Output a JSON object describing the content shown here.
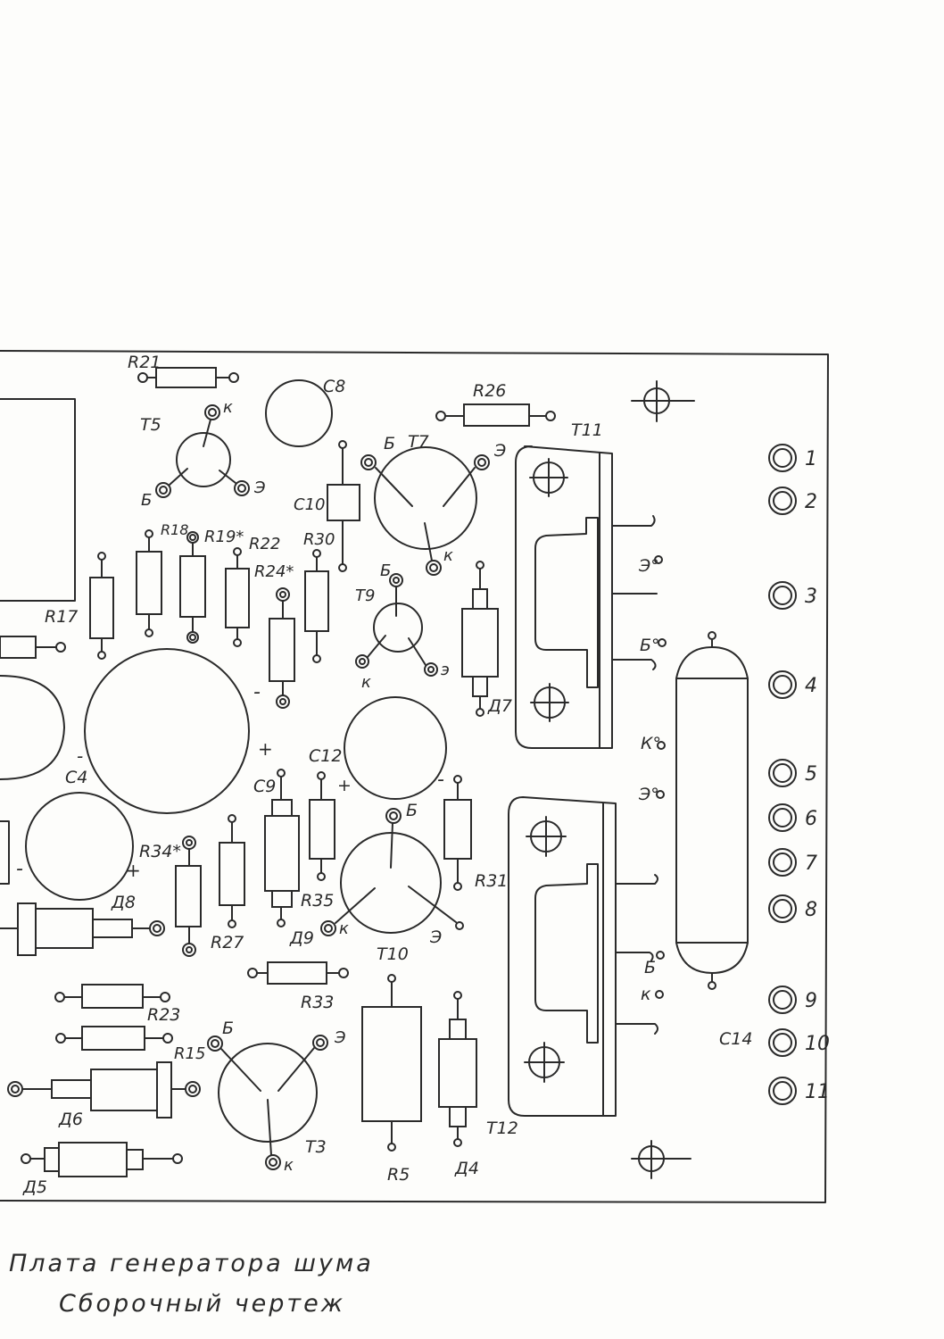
{
  "caption": {
    "line1": "Плата генератора шума",
    "line2": "Сборочный чертеж"
  },
  "pin_labels": [
    "1",
    "2",
    "3",
    "4",
    "5",
    "6",
    "7",
    "8",
    "9",
    "10",
    "11"
  ],
  "labels": {
    "R21": "R21",
    "T5": "T5",
    "K_T5": "к",
    "B_T5": "Б",
    "E_T5": "Э",
    "C8": "C8",
    "R26": "R26",
    "T11": "T11",
    "B_T7": "Б",
    "T7": "T7",
    "E_T7": "Э",
    "K_T7": "к",
    "C10": "C10",
    "R18": "R18",
    "R19": "R19*",
    "R22": "R22",
    "R24": "R24*",
    "R30": "R30",
    "R17": "R17",
    "B_T9": "Б",
    "T9": "T9",
    "K_T9": "к",
    "E_T9": "э",
    "D7": "Д7",
    "E_T11": "Э°",
    "B_T11": "Б°",
    "K_T11": "К°",
    "E2_T11": "Э°",
    "C4": "C4",
    "minus_C4": "-",
    "plus_C4": "+",
    "C12": "C12",
    "plus_C12": "+",
    "minus_C12": "-",
    "C9": "C9",
    "minus_R24": "-",
    "R34": "R34*",
    "R27": "R27",
    "D8": "Д8",
    "minus_C": "-",
    "plus_C": "+",
    "R35": "R35",
    "D9": "Д9",
    "K_T10": "к",
    "B_T10": "Б",
    "E_T10": "Э",
    "T10": "T10",
    "R31": "R31",
    "R33": "R33",
    "R23": "R23",
    "R15": "R15",
    "B_T3": "Б",
    "E_T3": "Э",
    "T3": "T3",
    "K_T3": "к",
    "D6": "Д6",
    "D5": "Д5",
    "R5": "R5",
    "D4": "Д4",
    "T12": "T12",
    "B_T12": "Б",
    "K_T12": "к",
    "C14": "C14"
  }
}
